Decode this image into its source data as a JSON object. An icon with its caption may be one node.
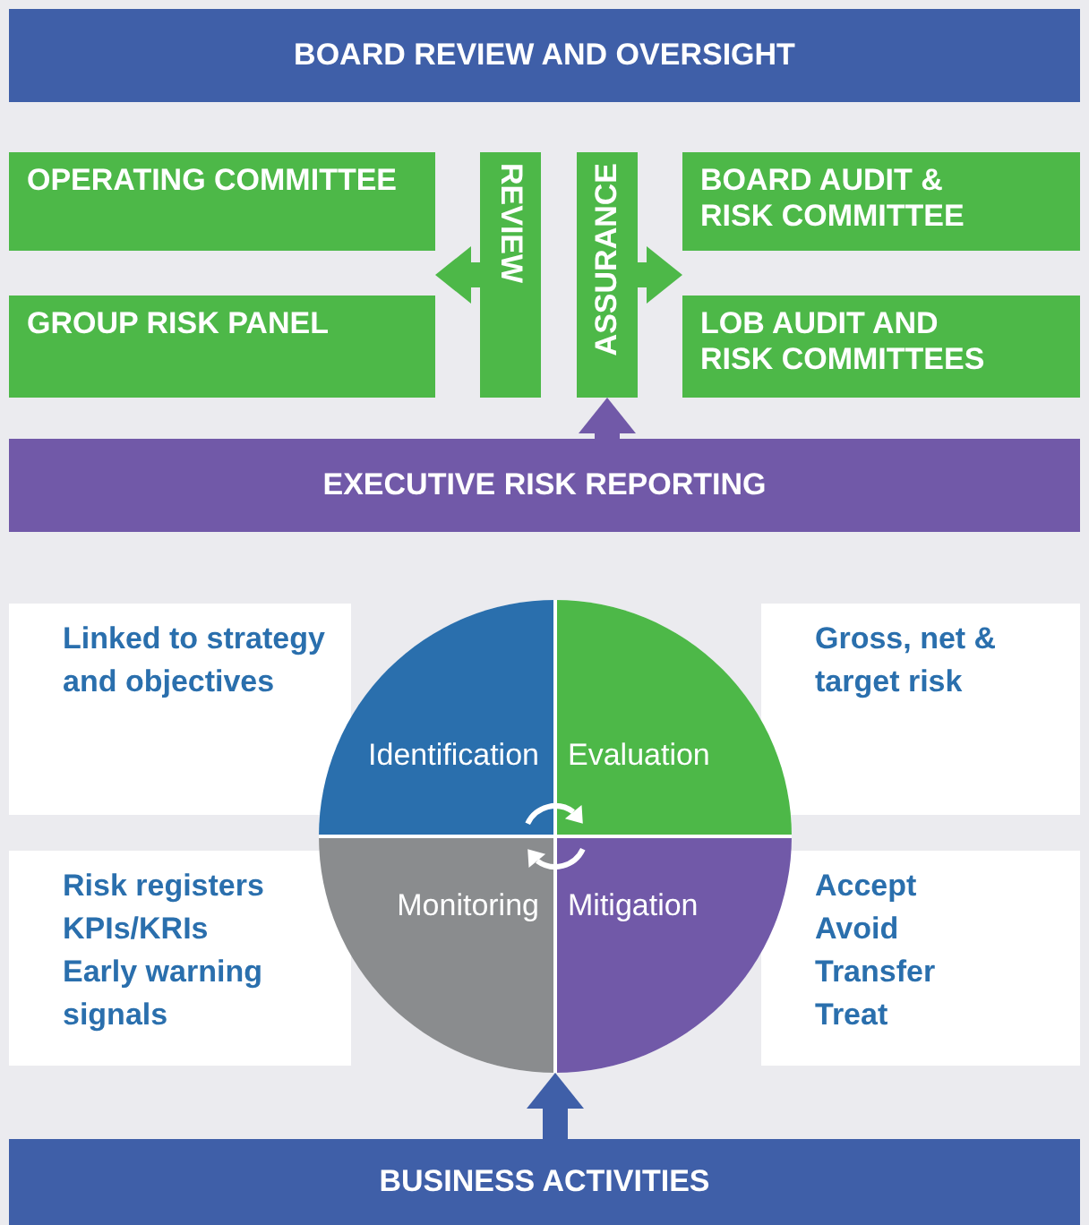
{
  "diagram": {
    "nodes": [
      {
        "text": [
          "BOARD REVIEW AND OVERSIGHT"
        ]
      },
      {
        "text": [
          "OPERATING COMMITTEE"
        ]
      },
      {
        "text": [
          "REVIEW"
        ]
      },
      {
        "text": [
          "ASSURANCE"
        ]
      },
      {
        "text": [
          "BOARD AUDIT & RISK COMMITTEE"
        ]
      },
      {
        "text": [
          "GROUP RISK PANEL"
        ]
      },
      {
        "text": [
          "LOB AUDIT AND RISK COMMITTEES"
        ]
      },
      {
        "text": [
          "EXECUTIVE RISK REPORTING"
        ]
      },
      {
        "text": [
          "Linked to strategy and objectives"
        ]
      },
      {
        "text": [],
        "shape": "circle"
      },
      {
        "text": [
          "Identification"
        ],
        "in": 9
      },
      {
        "text": [
          "Evaluation"
        ],
        "in": 9
      },
      {
        "text": [
          "Gross, net & target risk"
        ]
      },
      {
        "text": [
          "Risk registers",
          "KPIs/KRIs",
          "Early warning signals"
        ]
      },
      {
        "text": [
          "Monitoring"
        ],
        "in": 9
      },
      {
        "text": [
          "Mitigation"
        ],
        "in": 9
      },
      {
        "text": [
          "Accept",
          "Avoid",
          "Transfer",
          "Treat"
        ]
      },
      {
        "text": [
          "BUSINESS ACTIVITIES"
        ]
      }
    ],
    "edges": [
      {
        "from": 2,
        "to": 1,
        "arrow": "to"
      },
      {
        "from": 2,
        "to": 5,
        "arrow": "to"
      },
      {
        "from": 3,
        "to": 4,
        "arrow": "to"
      },
      {
        "from": 3,
        "to": 6,
        "arrow": "to"
      },
      {
        "from": 7,
        "to": 3,
        "arrow": "to",
        "color": "#7159a8"
      },
      {
        "from": 17,
        "to": 9,
        "arrow": "to",
        "color": "#3f5fa8"
      },
      {
        "from": 10,
        "to": 11,
        "arrow": "to",
        "color": "#ffffff"
      },
      {
        "from": 15,
        "to": 14,
        "arrow": "to",
        "color": "#ffffff"
      }
    ]
  }
}
